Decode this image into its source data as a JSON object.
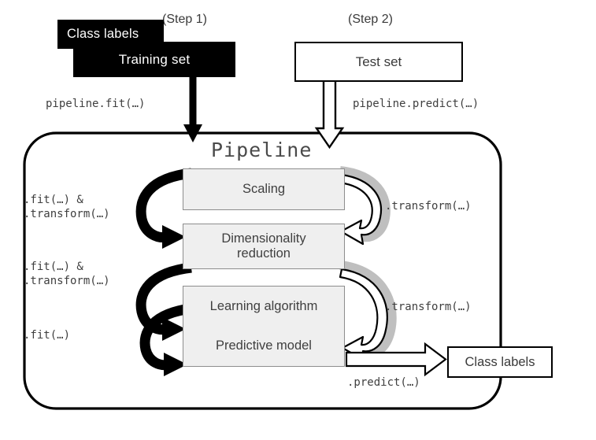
{
  "figure": {
    "title": "scikit-learn Pipeline fit/predict flow diagram"
  },
  "steps": {
    "step1_caption": "(Step 1)",
    "step2_caption": "(Step 2)"
  },
  "inputs": {
    "class_labels_label": "Class labels",
    "training_set_label": "Training set",
    "test_set_label": "Test set"
  },
  "entry_calls": {
    "fit_call": "pipeline.fit(…)",
    "predict_call": "pipeline.predict(…)"
  },
  "pipeline": {
    "title": "Pipeline",
    "stages": [
      {
        "label": "Scaling"
      },
      {
        "label": "Dimensionality\nreduction",
        "line1": "Dimensionality",
        "line2": "reduction"
      },
      {
        "label": "Learning algorithm"
      },
      {
        "label": "Predictive model"
      }
    ]
  },
  "left_calls": [
    {
      "line1": ".fit(…) &",
      "line2": ".transform(…)"
    },
    {
      "line1": ".fit(…) &",
      "line2": ".transform(…)"
    },
    {
      "line1": ".fit(…)",
      "line2": ""
    }
  ],
  "right_calls": [
    {
      "label": ".transform(…)"
    },
    {
      "label": ".transform(…)"
    }
  ],
  "output": {
    "predict_call": ".predict(…)",
    "class_labels_label": "Class labels"
  },
  "colors": {
    "background": "#ffffff",
    "dark_box": "#000000",
    "dark_box_text": "#ffffff",
    "stage_fill": "#efefef",
    "stage_border": "#8d8d8d",
    "stroke": "#000000",
    "text": "#3f3f3f",
    "shadow_gray": "#bfbfbf"
  }
}
